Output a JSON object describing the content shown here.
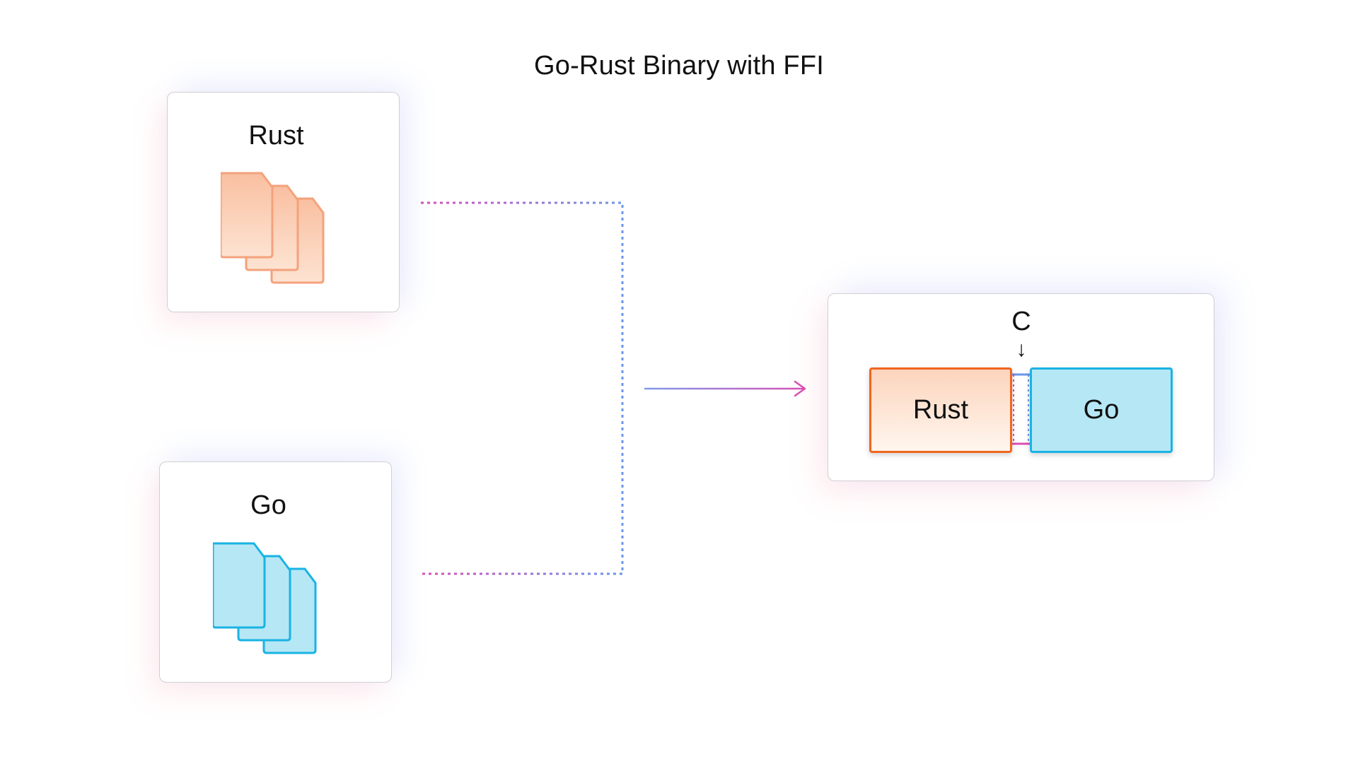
{
  "title": "Go-Rust Binary with FFI",
  "inputs": {
    "rust": {
      "label": "Rust",
      "icon": "file-stack-icon"
    },
    "go": {
      "label": "Go",
      "icon": "file-stack-icon"
    }
  },
  "operator": {
    "icon": "plus-icon"
  },
  "output": {
    "ffi_label": "C",
    "ffi_arrow": "↓",
    "blocks": {
      "rust": "Rust",
      "go": "Go"
    }
  },
  "colors": {
    "rust_border": "#f0661e",
    "rust_fill": "#fcd4bd",
    "go_border": "#1ab3e4",
    "go_fill": "#b6e7f5",
    "connector_pink": "#d94fb5",
    "connector_blue": "#6a96ea"
  }
}
